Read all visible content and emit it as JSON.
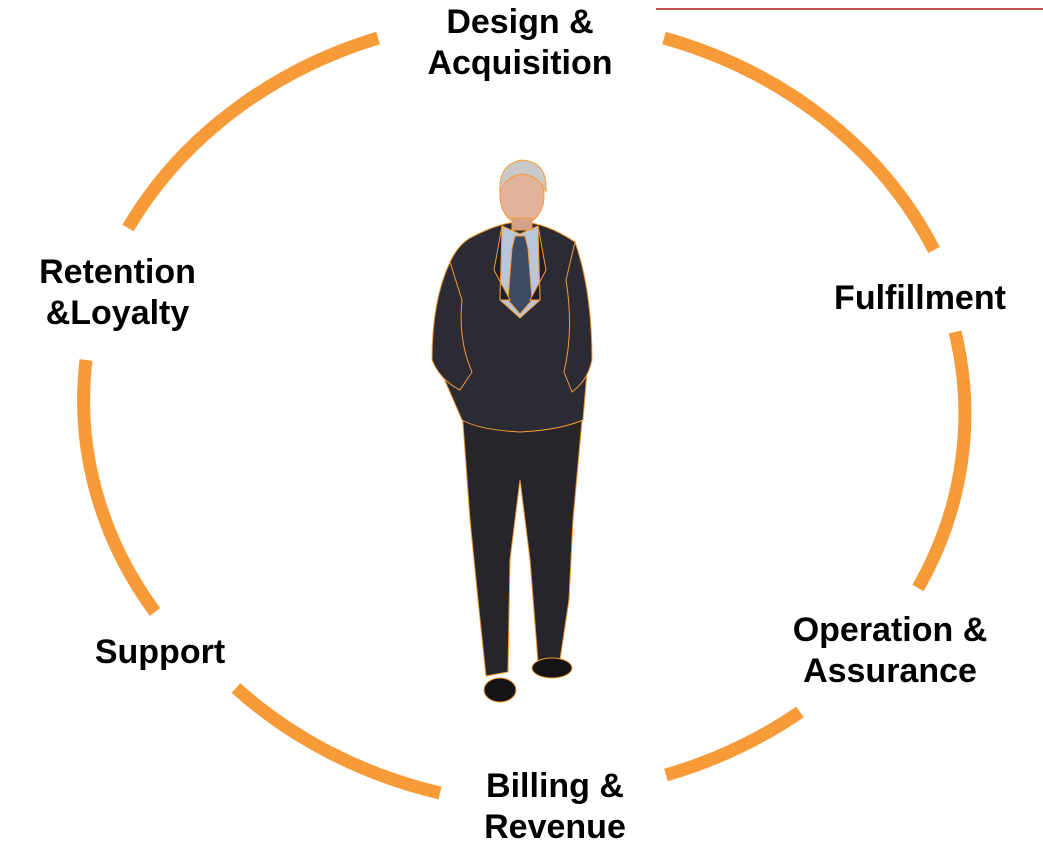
{
  "diagram": {
    "type": "lifecycle-cycle",
    "ring_color": "#F79A38",
    "center_image": "businessman-standing-icon",
    "stages": [
      {
        "line1": "Design &",
        "line2": "Acquisition"
      },
      {
        "line1": "Fulfillment",
        "line2": ""
      },
      {
        "line1": "Operation &",
        "line2": "Assurance"
      },
      {
        "line1": "Billing &",
        "line2": "Revenue"
      },
      {
        "line1": "Support",
        "line2": ""
      },
      {
        "line1": "Retention",
        "line2": "&Loyalty"
      }
    ]
  }
}
